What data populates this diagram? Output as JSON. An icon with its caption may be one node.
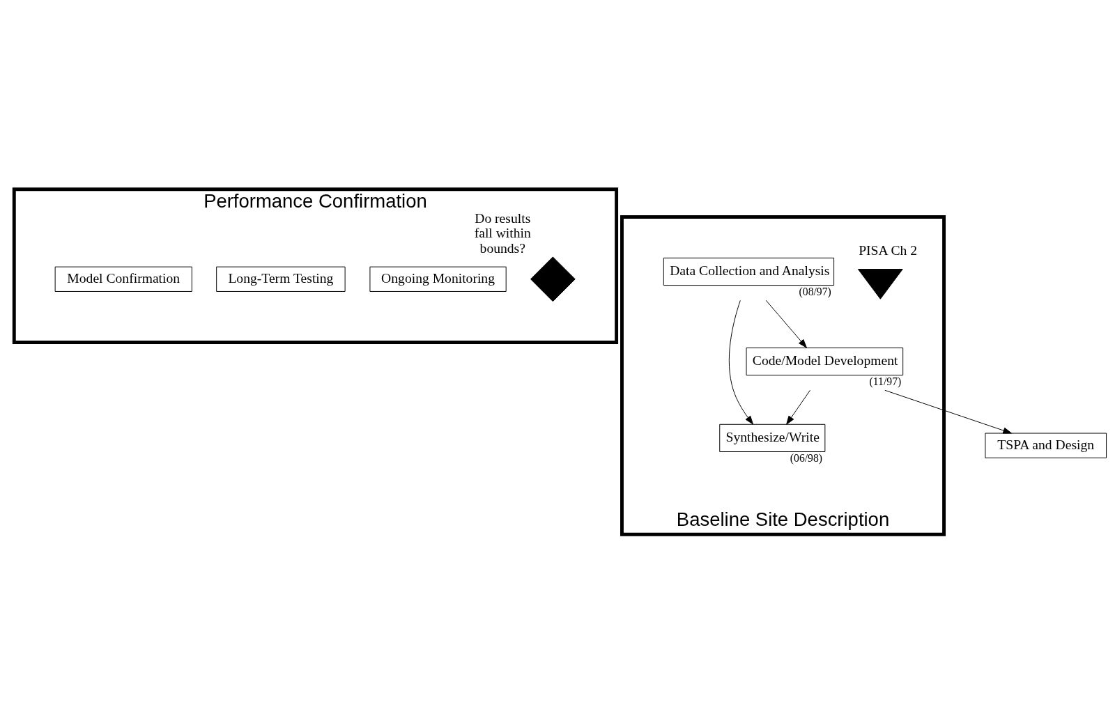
{
  "diagram": {
    "nodes": [
      {
        "text": [
          "Performance Confirmation"
        ]
      },
      {
        "text": [
          "Ongoing Monitoring"
        ],
        "in": 0
      },
      {
        "text": [
          "Long-Term Testing"
        ],
        "in": 0
      },
      {
        "text": [
          "Model Confirmation"
        ],
        "in": 0
      },
      {
        "text": [],
        "shape": "diamond",
        "in": 0,
        "beside": [
          "Do results fall within bounds?"
        ]
      },
      {
        "text": [
          "Baseline Site Description"
        ]
      },
      {
        "text": [
          "Data Collection and Analysis"
        ],
        "in": 5,
        "beside": [
          "(08/97)"
        ]
      },
      {
        "text": [
          "Synthesize/Write"
        ],
        "in": 5,
        "beside": [
          "(06/98)"
        ]
      },
      {
        "text": [
          "Code/Model Development"
        ],
        "in": 5,
        "beside": [
          "(11/97)"
        ]
      },
      {
        "text": [],
        "shape": "triangle",
        "in": 5,
        "beside": [
          "PISA Ch 2"
        ]
      },
      {
        "text": [
          "TSPA and Design"
        ]
      }
    ],
    "edges": [
      {
        "from": 6,
        "to": 7,
        "arrow": "to"
      },
      {
        "from": 6,
        "to": 8,
        "arrow": "to"
      },
      {
        "from": 8,
        "to": 7,
        "arrow": "to"
      },
      {
        "from": 8,
        "to": 10,
        "arrow": "to"
      }
    ]
  }
}
